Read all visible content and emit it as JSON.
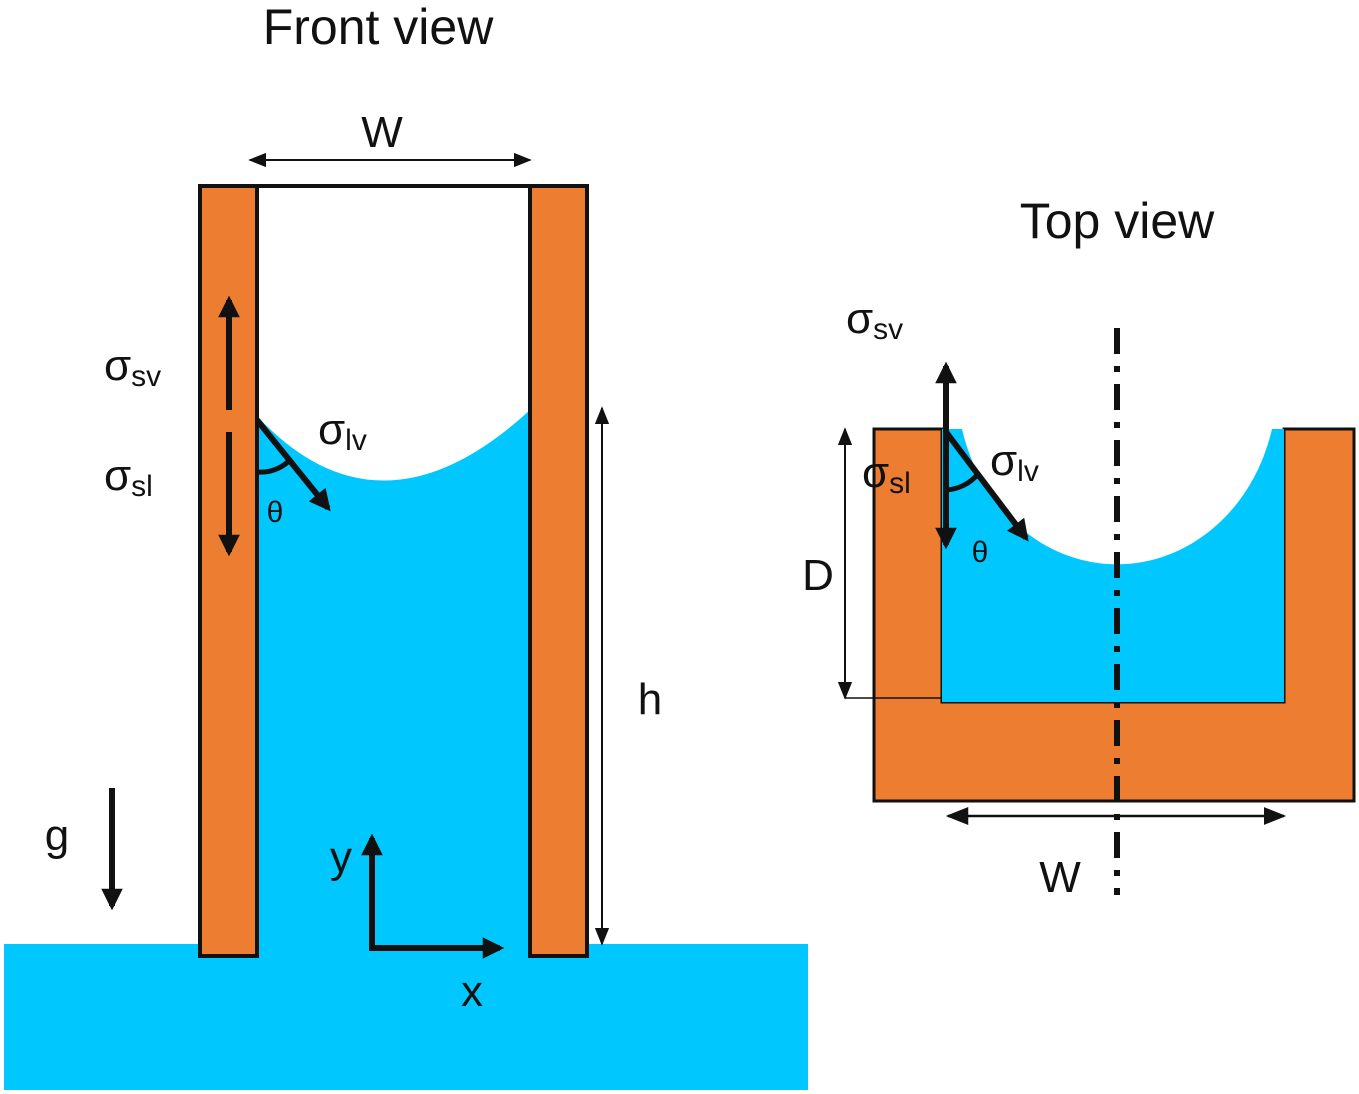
{
  "colors": {
    "wall": "#ED7D31",
    "liquid": "#00C8FF",
    "outline": "#111111",
    "background": "#FFFFFF"
  },
  "front_view": {
    "title": "Front view",
    "width_label": "W",
    "height_label": "h",
    "gravity_label": "g",
    "axis_x_label": "x",
    "axis_y_label": "y",
    "contact_angle_label": "θ",
    "sigma": "σ",
    "sv_sub": "sv",
    "sl_sub": "sl",
    "lv_sub": "lv"
  },
  "top_view": {
    "title": "Top view",
    "width_label": "W",
    "depth_label": "D",
    "contact_angle_label": "θ",
    "sigma": "σ",
    "sv_sub": "sv",
    "sl_sub": "sl",
    "lv_sub": "lv"
  }
}
